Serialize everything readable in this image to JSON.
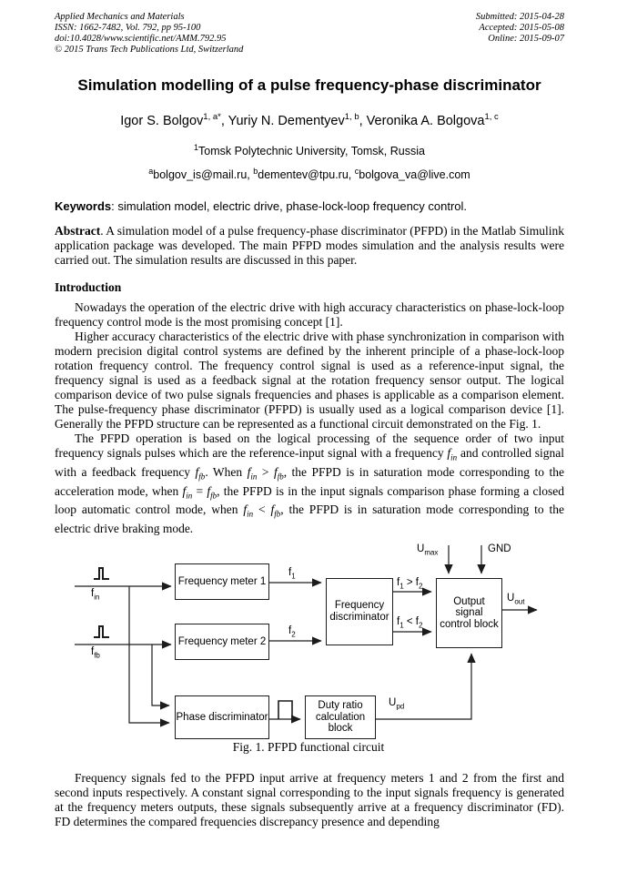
{
  "colors": {
    "text": "#000000",
    "background": "#ffffff"
  },
  "header": {
    "journal": [
      "Applied Mechanics and Materials",
      "ISSN: 1662-7482, Vol. 792, pp 95-100",
      "doi:10.4028/www.scientific.net/AMM.792.95",
      "© 2015 Trans Tech Publications Ltd, Switzerland"
    ],
    "dates": [
      "Submitted: 2015-04-28",
      "Accepted: 2015-05-08",
      "Online: 2015-09-07"
    ]
  },
  "title": "Simulation modelling of a pulse frequency-phase discriminator",
  "authors_html": "Igor S. Bolgov<sup>1, a*</sup>, Yuriy N. Dementyev<sup>1, b</sup>, Veronika A. Bolgova<sup>1, c</sup>",
  "affiliation_html": "<sup>1</sup>Tomsk Polytechnic University, Tomsk, Russia",
  "emails_html": "<sup>a</sup>bolgov_is@mail.ru, <sup>b</sup>dementev@tpu.ru, <sup>c</sup>bolgova_va@live.com",
  "keywords": {
    "label": "Keywords",
    "text": ": simulation model, electric drive, phase-lock-loop frequency control."
  },
  "abstract": {
    "label": "Abstract",
    "text": ". A simulation model of a pulse frequency-phase discriminator (PFPD) in the Matlab Simulink application package was developed. The main PFPD modes simulation and the analysis results were carried out. The simulation results are discussed in this paper."
  },
  "sections": {
    "introduction": "Introduction"
  },
  "paragraphs": {
    "p1": "Nowadays the operation of the electric drive with high accuracy characteristics on phase-lock-loop frequency control mode is the most promising concept [1].",
    "p2": "Higher accuracy characteristics of the electric drive with phase synchronization in comparison with modern precision digital control systems are defined by the inherent principle of a phase-lock-loop rotation frequency control. The frequency control signal is used as a reference-input signal, the frequency signal is used as a feedback signal at the rotation frequency sensor output. The logical comparison device of two pulse signals frequencies and phases is applicable as a comparison element. The pulse-frequency phase discriminator (PFPD) is usually used as a logical comparison device [1]. Generally the PFPD structure can be represented as a functional circuit demonstrated on the Fig. 1.",
    "p3_html": "The PFPD operation is based on the logical processing of the sequence order of two input frequency signals pulses which are the reference-input signal with a frequency <i>f<sub>in</sub></i> and controlled signal with a feedback frequency <i>f<sub>fb</sub></i>. When <i>f<sub>in</sub></i> &gt; <i>f<sub>fb</sub></i>, the PFPD is in saturation mode corresponding to the acceleration mode, when <i>f<sub>in</sub></i> = <i>f<sub>fb</sub></i>, the PFPD is in the input signals comparison phase forming a closed loop automatic control mode, when <i>f<sub>in</sub></i> &lt; <i>f<sub>fb</sub></i>, the PFPD is in saturation mode corresponding to the electric drive braking mode.",
    "p4": "Frequency signals fed to the PFPD input arrive at frequency meters 1 and 2 from the first and second inputs respectively. A constant signal corresponding to the input signals frequency is generated at the frequency meters outputs, these signals subsequently arrive at a frequency discriminator (FD). FD determines the compared frequencies discrepancy presence and depending"
  },
  "figure": {
    "caption": "Fig. 1. PFPD functional circuit",
    "blocks": {
      "meter1": "Frequency meter 1",
      "meter2": "Frequency meter 2",
      "fd_line1": "Frequency",
      "fd_line2": "discriminator",
      "out_line1": "Output",
      "out_line2": "signal",
      "out_line3": "control block",
      "phase": "Phase discriminator",
      "duty_line1": "Duty ratio",
      "duty_line2": "calculation",
      "duty_line3": "block"
    },
    "labels": {
      "fin_html": "f<sub>in</sub>",
      "ffb_html": "f<sub>fb</sub>",
      "f1_html": "f<sub>1</sub>",
      "f2_html": "f<sub>2</sub>",
      "f1_gt_f2_html": "f<sub>1</sub> &gt; f<sub>2</sub>",
      "f1_lt_f2_html": "f<sub>1</sub> &lt; f<sub>2</sub>",
      "umax_html": "U<sub>max</sub>",
      "gnd": "GND",
      "uout_html": "U<sub>out</sub>",
      "upd_html": "U<sub>pd</sub>"
    }
  }
}
